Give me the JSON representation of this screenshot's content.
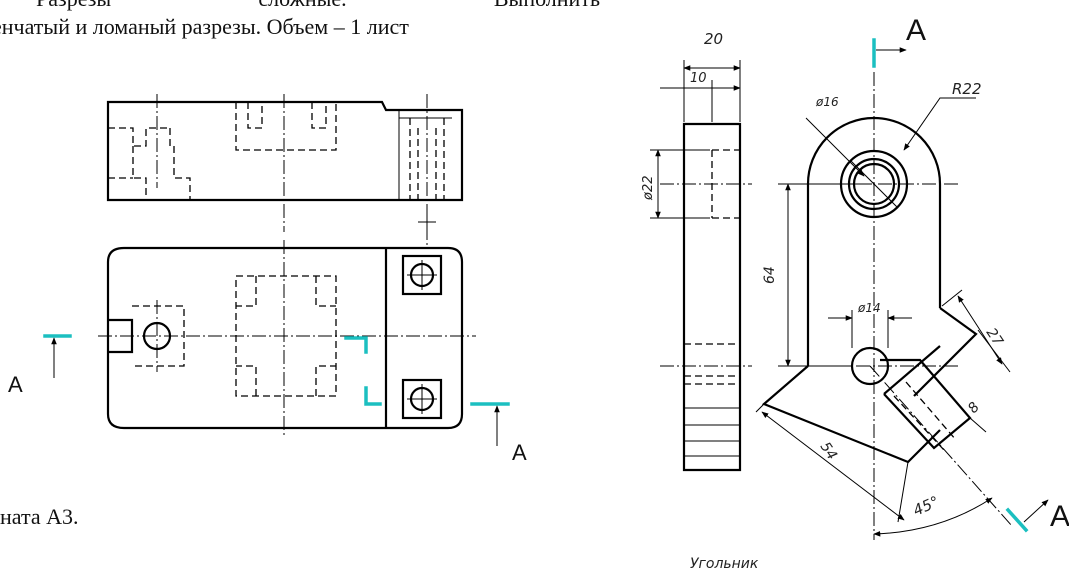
{
  "text": {
    "line1_w1": "Разрезы",
    "line1_w2": "сложные.",
    "line1_w3": "Выполнить",
    "line2": "енчатый и ломаный разрезы. Объем – 1 лист",
    "line3": "ната А3."
  },
  "left_drawing": {
    "section_label_left": "A",
    "section_label_right": "A"
  },
  "right_drawing": {
    "section_label_top": "A",
    "section_label_bottom": "A",
    "dimensions": {
      "width_20": "20",
      "width_10": "10",
      "diameter_22": "ø22",
      "diameter_16": "ø16",
      "radius_22": "R22",
      "height_64": "64",
      "diameter_14": "ø14",
      "length_27": "27",
      "length_54": "54",
      "width_8": "8",
      "angle_45": "45°"
    },
    "caption": "Угольник"
  },
  "colors": {
    "cut_line": "#1bbfc0",
    "ink": "#000000"
  }
}
